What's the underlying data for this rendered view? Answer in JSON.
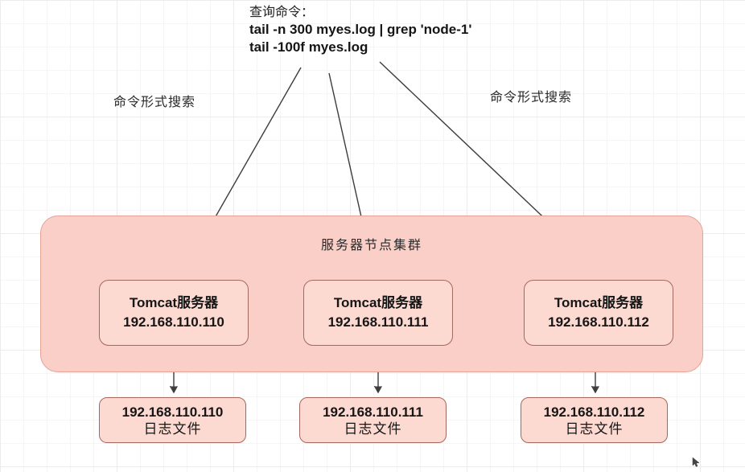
{
  "diagram": {
    "command_block": {
      "title": "查询命令：",
      "command_1": "tail -n 300 myes.log | grep 'node-1'",
      "command_2": "tail -100f myes.log"
    },
    "left_label": "命令形式搜索",
    "right_label": "命令形式搜索",
    "cluster": {
      "title": "服务器节点集群",
      "nodes": [
        {
          "name": "Tomcat服务器",
          "ip": "192.168.110.110"
        },
        {
          "name": "Tomcat服务器",
          "ip": "192.168.110.111"
        },
        {
          "name": "Tomcat服务器",
          "ip": "192.168.110.112"
        }
      ]
    },
    "log_files": [
      {
        "ip": "192.168.110.110",
        "label": "日志文件"
      },
      {
        "ip": "192.168.110.111",
        "label": "日志文件"
      },
      {
        "ip": "192.168.110.112",
        "label": "日志文件"
      }
    ],
    "colors": {
      "cluster_fill": "#f9cfc7",
      "cluster_border": "#e5a295",
      "node_fill": "#fcd9d1",
      "node_border": "#a5685c",
      "arrow": "#3c3c3c"
    }
  }
}
